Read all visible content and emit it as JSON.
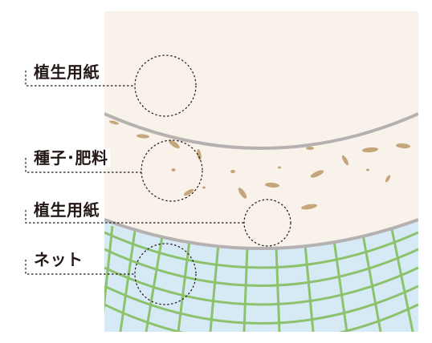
{
  "labels": {
    "paper_top": "植生用紙",
    "seed_fertilizer": "種子･肥料",
    "paper_bottom": "植生用紙",
    "net": "ネット"
  },
  "colors": {
    "paper_bg": "#f8f2ea",
    "paper_edge": "#b5b1b0",
    "seed": "#c4a67a",
    "net_bg": "#d6eaf5",
    "net_line": "#8dc26d",
    "text": "#231815"
  }
}
